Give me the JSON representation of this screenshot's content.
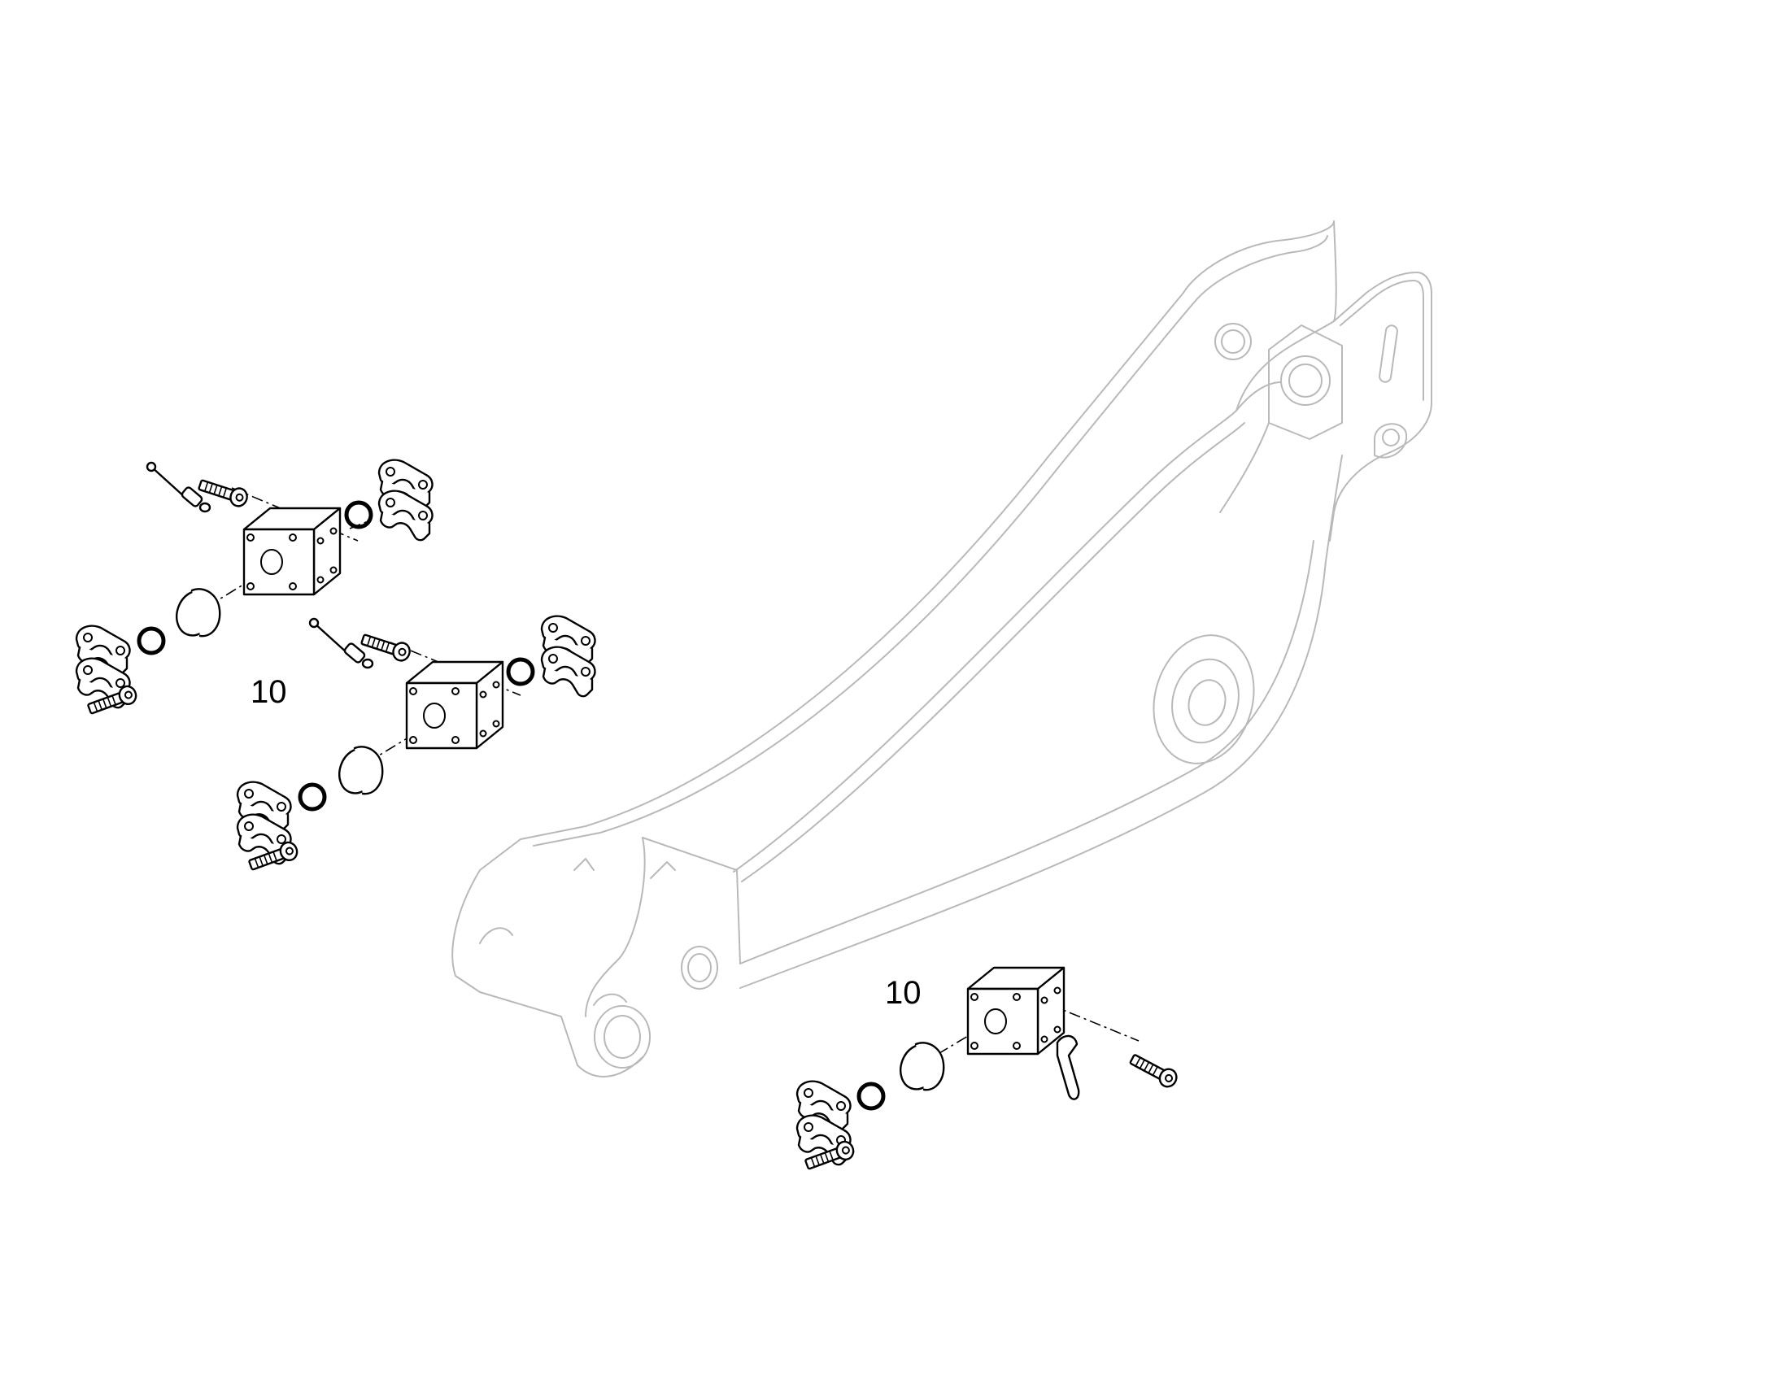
{
  "diagram": {
    "callouts": [
      {
        "id": "upper-left-assembly",
        "text": "10"
      },
      {
        "id": "lower-right-assembly",
        "text": "10"
      }
    ],
    "colors": {
      "boom_outline": "#b9b9b9",
      "parts_outline": "#000000",
      "background": "#ffffff"
    }
  }
}
